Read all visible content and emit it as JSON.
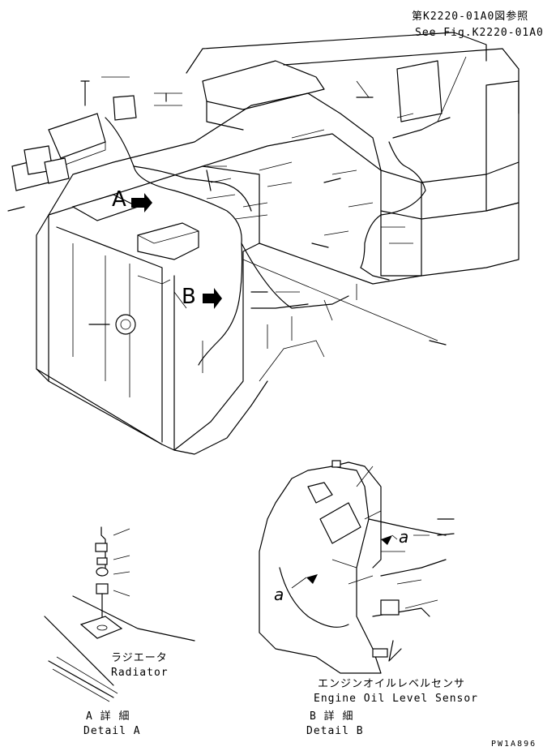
{
  "reference": {
    "jp": "第K2220-01A0図参照",
    "en": "See Fig.K2220-01A0"
  },
  "markers": {
    "view_a": "A",
    "view_b": "B",
    "port_a_upper": "a",
    "port_a_left": "a"
  },
  "detail_a": {
    "radiator_jp": "ラジエータ",
    "radiator_en": "Radiator",
    "title_jp": "A 詳 細",
    "title_en": "Detail A"
  },
  "detail_b": {
    "sensor_jp": "エンジンオイルレベルセンサ",
    "sensor_en": "Engine Oil Level Sensor",
    "title_jp": "B 詳 細",
    "title_en": "Detail B"
  },
  "drawing_code": "PW1A896"
}
